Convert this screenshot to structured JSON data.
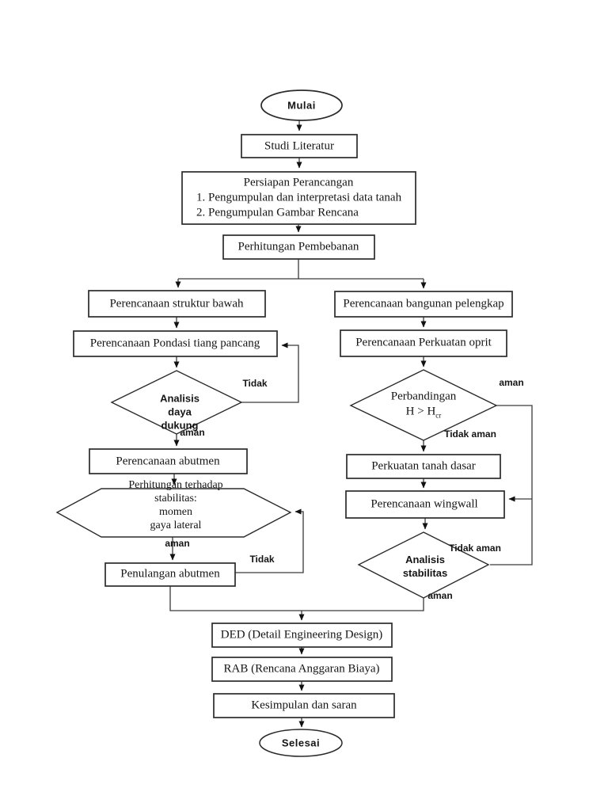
{
  "page": {
    "background": "#ffffff"
  },
  "colors": {
    "line": "#3a3a3a",
    "box_border": "#2b2b2b",
    "text": "#151515"
  },
  "nodes": {
    "mulai": "Mulai",
    "studi_literatur": "Studi Literatur",
    "persiapan": {
      "title": "Persiapan Perancangan",
      "item1": "1. Pengumpulan dan interpretasi data tanah",
      "item2": "2. Pengumpulan Gambar Rencana"
    },
    "perhitungan_pembebanan": "Perhitungan Pembebanan",
    "struktur_bawah": "Perencanaan struktur bawah",
    "pondasi": "Perencanaan Pondasi tiang pancang",
    "analisis_daya_dukung": {
      "line1": "Analisis",
      "line2": "daya",
      "line3": "dukung"
    },
    "abutmen": "Perencanaan abutmen",
    "stabilitas_hex": {
      "line1": "Perhitungan terhadap",
      "line2": "stabilitas:",
      "line3": "momen",
      "line4": "gaya lateral"
    },
    "penulangan": "Penulangan abutmen",
    "bangunan_pelengkap": "Perencanaan bangunan pelengkap",
    "perkuatan_oprit": "Perencanaan Perkuatan oprit",
    "perbandingan": {
      "line1": "Perbandingan",
      "line2_main": "H > H",
      "line2_sub": "cr"
    },
    "perkuatan_tanah": "Perkuatan tanah dasar",
    "wingwall": "Perencanaan wingwall",
    "analisis_stabilitas": {
      "line1": "Analisis",
      "line2": "stabilitas"
    },
    "ded": "DED (Detail Engineering Design)",
    "rab": "RAB (Rencana Anggaran Biaya)",
    "kesimpulan": "Kesimpulan dan saran",
    "selesai": "Selesai"
  },
  "labels": {
    "tidak_1": "Tidak",
    "aman_1": "aman",
    "aman_2": "aman",
    "tidak_2": "Tidak",
    "aman_3": "aman",
    "tidak_aman_1": "Tidak aman",
    "tidak_aman_2": "Tidak aman",
    "aman_4": "aman"
  }
}
